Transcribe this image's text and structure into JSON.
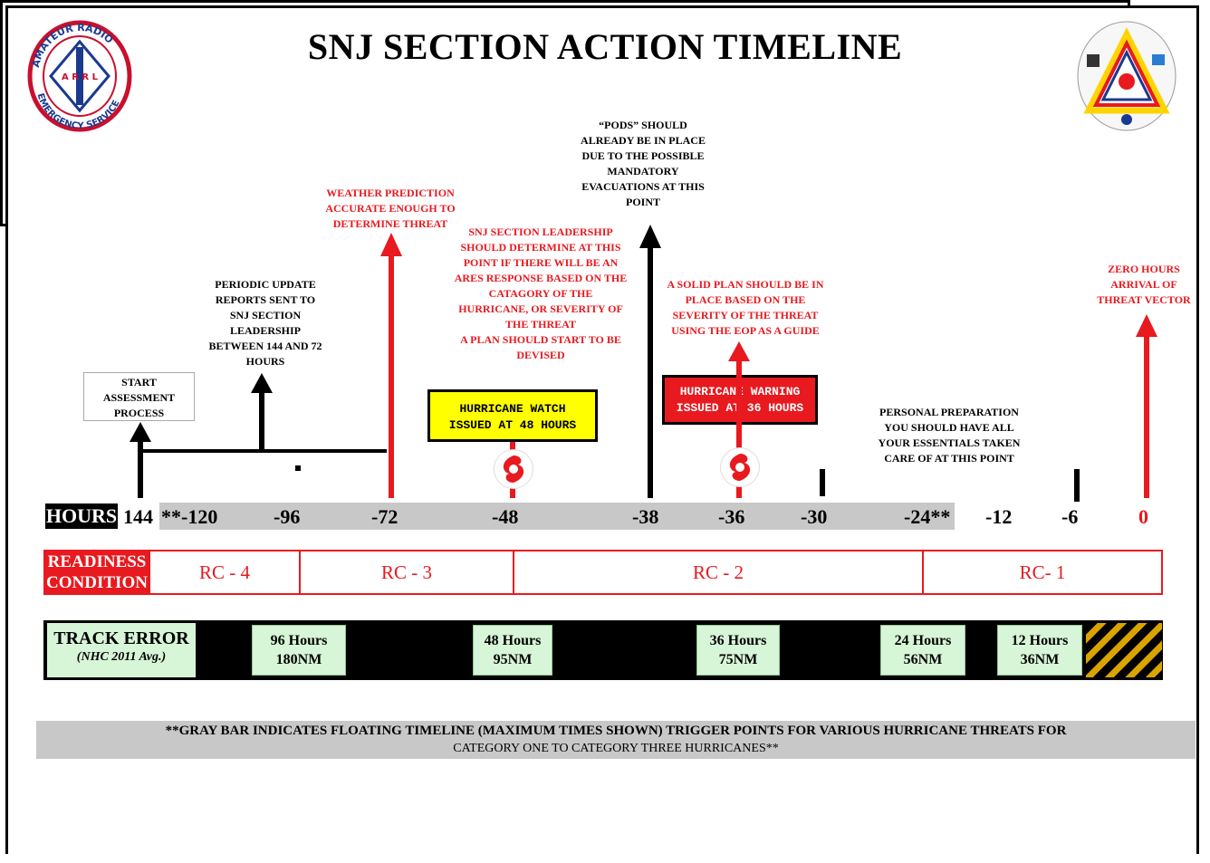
{
  "title": "SNJ SECTION ACTION TIMELINE",
  "logos": {
    "left_ring_text": "AMATEUR RADIO EMERGENCY SERVICE",
    "left_center": "ARRL"
  },
  "annotations": {
    "start": "START ASSESSMENT PROCESS",
    "periodic": "PERIODIC UPDATE REPORTS SENT TO SNJ SECTION LEADERSHIP BETWEEN 144 AND 72 HOURS",
    "weather": "WEATHER PREDICTION ACCURATE ENOUGH TO DETERMINE THREAT",
    "leadership": "SNJ SECTION LEADERSHIP SHOULD DETERMINE AT THIS POINT IF THERE WILL BE AN ARES RESPONSE BASED ON THE CATAGORY OF THE HURRICANE, OR SEVERITY OF THE THREAT",
    "leadership2": "A PLAN SHOULD START TO BE DEVISED",
    "pods": "“PODS” SHOULD ALREADY BE IN PLACE DUE TO THE POSSIBLE MANDATORY EVACUATIONS AT THIS POINT",
    "solid_plan": "A SOLID PLAN SHOULD BE IN PLACE BASED ON THE SEVERITY OF THE THREAT USING THE EOP AS A GUIDE",
    "personal": "PERSONAL PREPARATION YOU SHOULD HAVE ALL YOUR ESSENTIALS TAKEN CARE OF AT THIS POINT",
    "zero": "ZERO HOURS ARRIVAL OF THREAT VECTOR",
    "watch": "HURRICANE WATCH ISSUED AT 48 HOURS",
    "warning": "HURRICANE WARNING ISSUED AT 36 HOURS"
  },
  "hours": {
    "label": "HOURS",
    "ticks": [
      "144",
      "**-120",
      "-96",
      "-72",
      "-48",
      "-38",
      "-36",
      "-30",
      "-24**",
      "-12",
      "-6",
      "0"
    ]
  },
  "readiness": {
    "label": "READINESS CONDITION",
    "segments": [
      "RC - 4",
      "RC - 3",
      "RC - 2",
      "RC- 1"
    ]
  },
  "track_error": {
    "label": "TRACK ERROR",
    "sublabel": "(NHC 2011 Avg.)",
    "cells": [
      {
        "hours": "96 Hours",
        "nm": "180NM"
      },
      {
        "hours": "48 Hours",
        "nm": "95NM"
      },
      {
        "hours": "36 Hours",
        "nm": "75NM"
      },
      {
        "hours": "24 Hours",
        "nm": "56NM"
      },
      {
        "hours": "12 Hours",
        "nm": "36NM"
      }
    ]
  },
  "footer": {
    "line1": "**GRAY BAR INDICATES FLOATING TIMELINE (MAXIMUM TIMES SHOWN) TRIGGER POINTS FOR VARIOUS HURRICANE THREATS FOR",
    "line2": "CATEGORY ONE TO CATEGORY THREE HURRICANES**"
  },
  "colors": {
    "red": "#e8191f",
    "watch_yellow": "#ffff00",
    "track_green": "#d7f5d7",
    "gray_bar": "#c8c8c8"
  }
}
